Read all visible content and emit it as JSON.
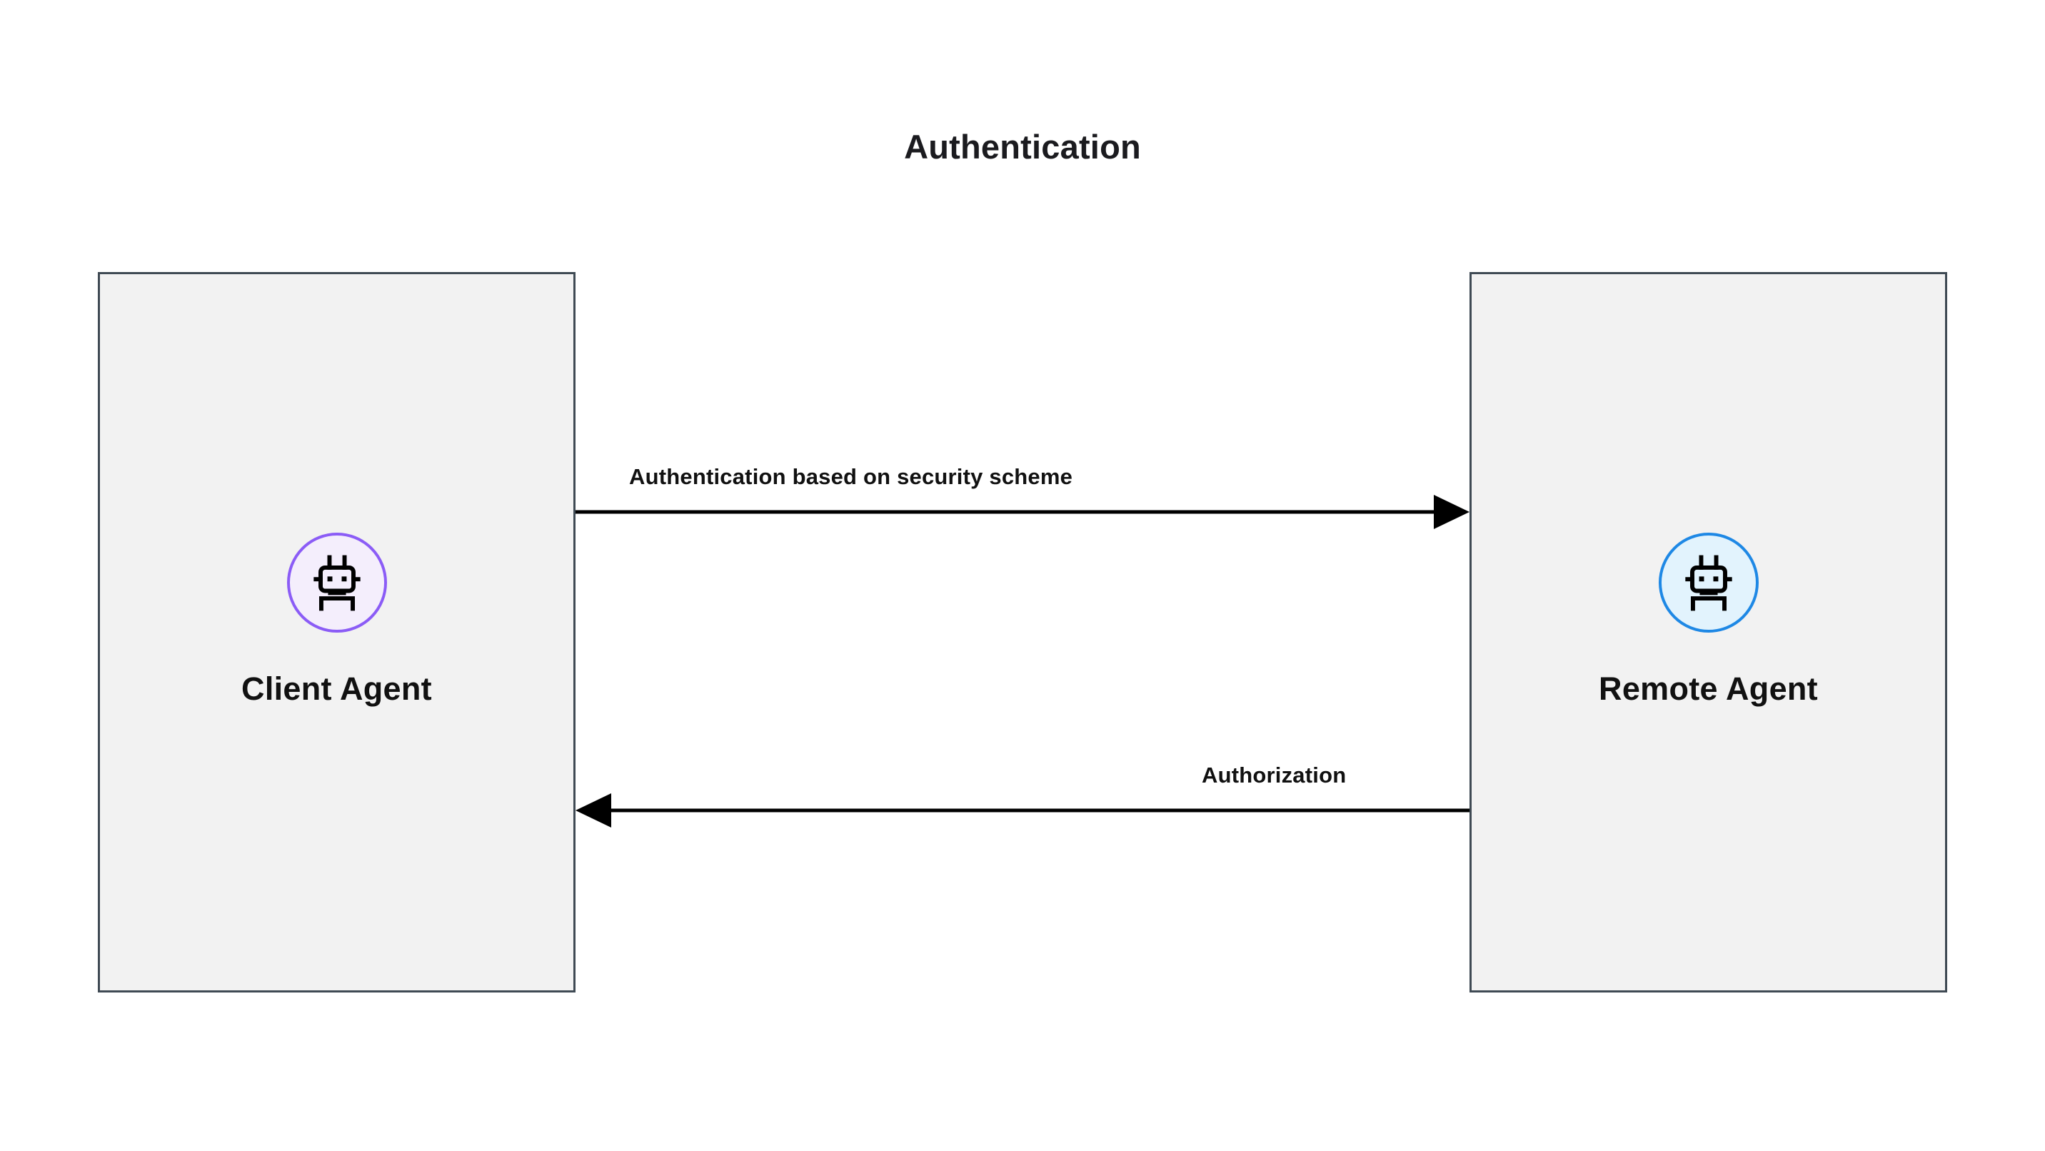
{
  "diagram": {
    "title": "Authentication",
    "type": "sequence-flow",
    "background_color": "#ffffff"
  },
  "participants": [
    {
      "id": "client-agent",
      "label": "Client Agent",
      "icon": "robot-icon",
      "accent_color": "#8b5cf6",
      "avatar_fill": "#f4eefc",
      "panel_fill": "#f2f2f2",
      "panel_border": "#3f4a54",
      "side": "left"
    },
    {
      "id": "remote-agent",
      "label": "Remote Agent",
      "icon": "robot-icon",
      "accent_color": "#1e88e5",
      "avatar_fill": "#e2f3fd",
      "panel_fill": "#f2f2f2",
      "panel_border": "#3f4a54",
      "side": "right"
    }
  ],
  "messages": [
    {
      "id": "auth-message",
      "label": "Authentication based on security scheme",
      "from": "client-agent",
      "to": "remote-agent",
      "direction": "right",
      "color": "#000000"
    },
    {
      "id": "authz-message",
      "label": "Authorization",
      "from": "remote-agent",
      "to": "client-agent",
      "direction": "left",
      "color": "#000000"
    }
  ]
}
